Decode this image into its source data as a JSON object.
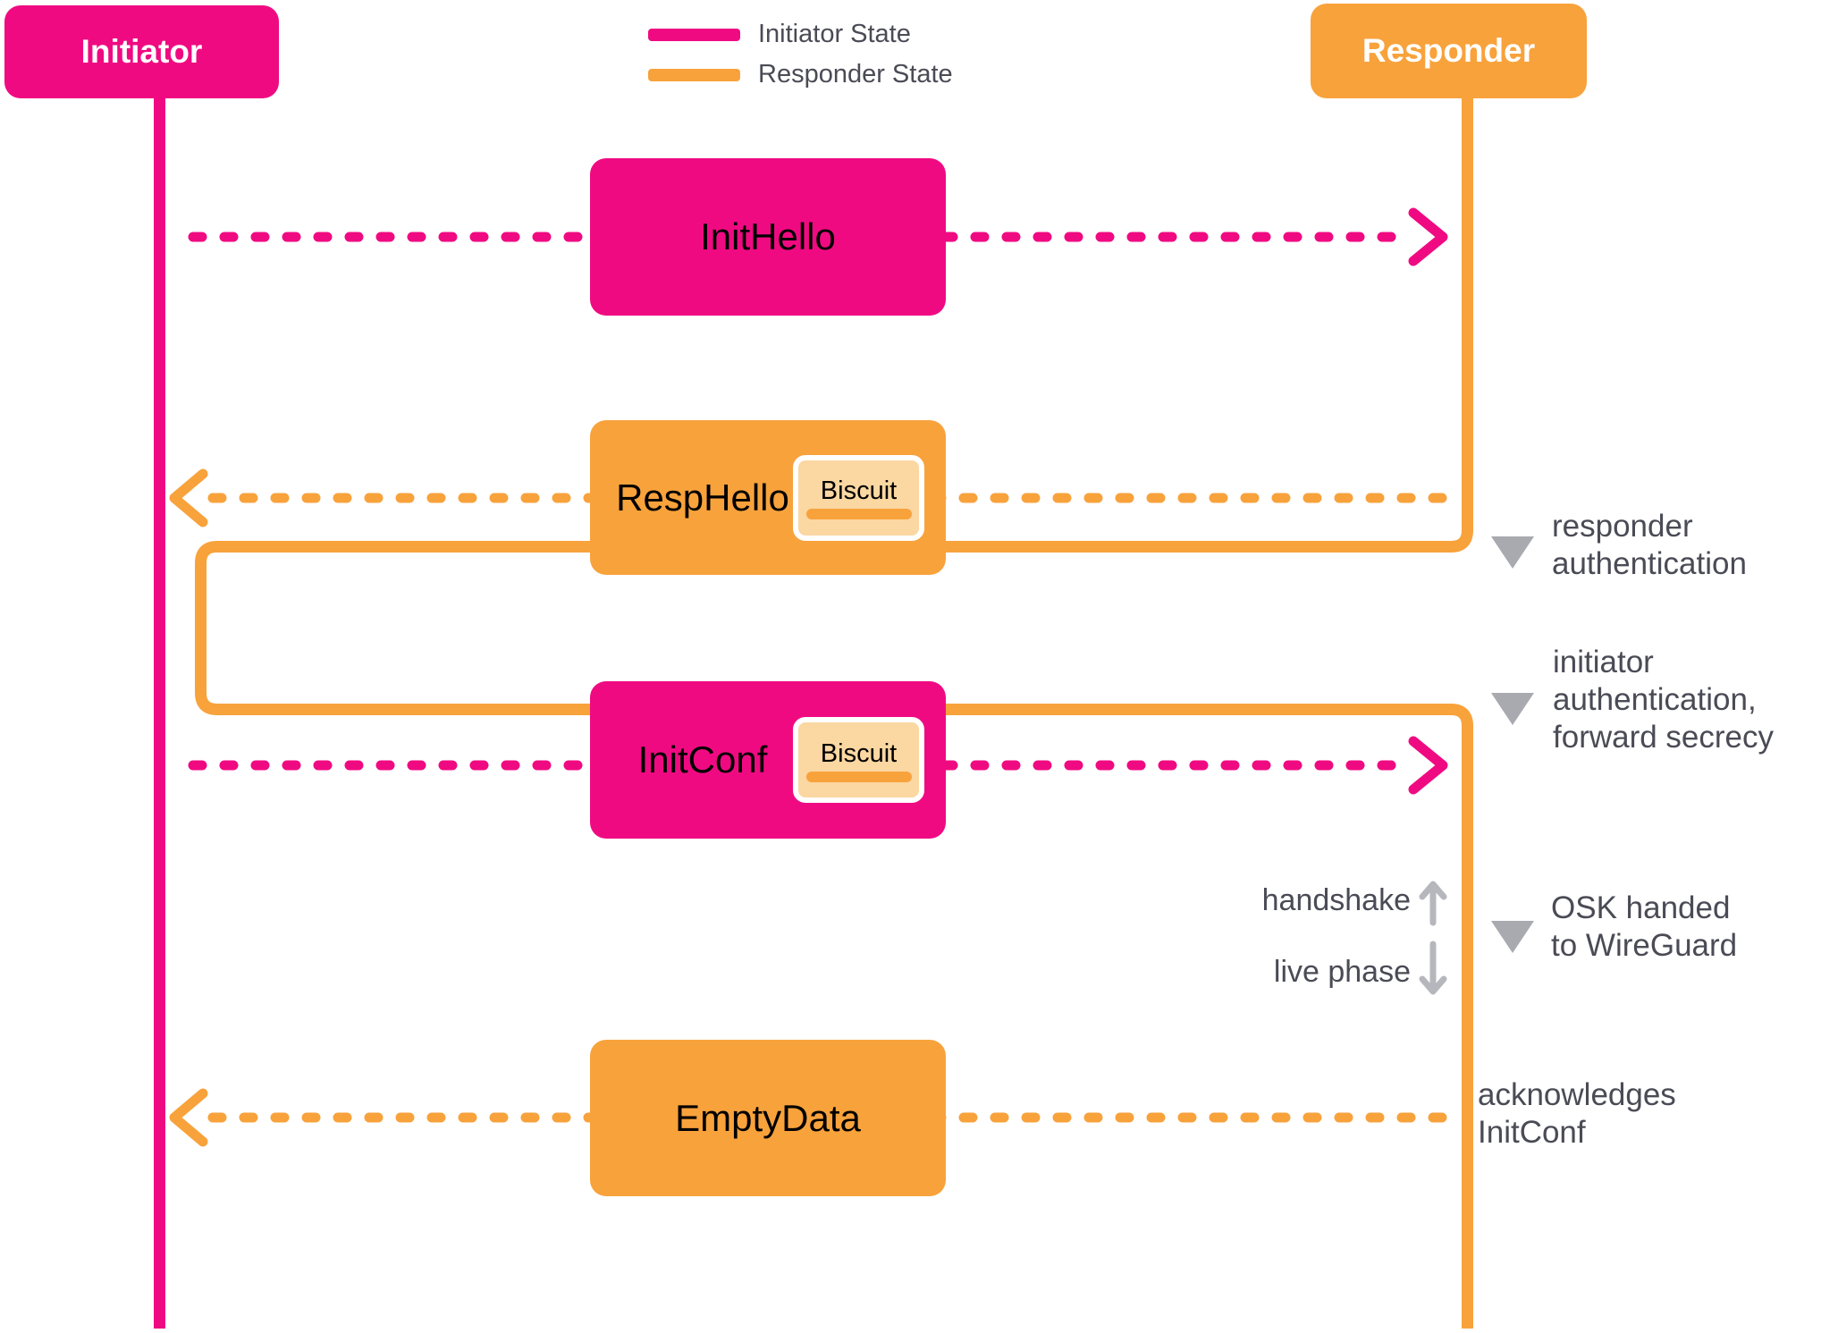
{
  "colors": {
    "initiator_pink": "#F00A82",
    "responder_orange": "#F8A23C",
    "biscuit_fill": "#FBD7A2",
    "biscuit_border": "#FFFFFF",
    "message_label_text": "#000000",
    "annotation_text": "#4A4B55",
    "marker_gray": "#A9AAAF",
    "phase_arrow_gray": "#B6B7BC",
    "background": "#FFFFFF"
  },
  "actors": [
    {
      "id": "initiator",
      "label": "Initiator"
    },
    {
      "id": "responder",
      "label": "Responder"
    }
  ],
  "legend": {
    "items": [
      {
        "label": "Initiator State"
      },
      {
        "label": "Responder State"
      }
    ]
  },
  "messages": [
    {
      "label": "InitHello",
      "from": "initiator",
      "to": "responder",
      "has_biscuit": false
    },
    {
      "label": "RespHello",
      "from": "responder",
      "to": "initiator",
      "has_biscuit": true,
      "biscuit_label": "Biscuit"
    },
    {
      "label": "InitConf",
      "from": "initiator",
      "to": "responder",
      "has_biscuit": true,
      "biscuit_label": "Biscuit"
    },
    {
      "label": "EmptyData",
      "from": "responder",
      "to": "initiator",
      "has_biscuit": false
    }
  ],
  "annotations": [
    {
      "lines": [
        "responder",
        "authentication"
      ]
    },
    {
      "lines": [
        "initiator",
        "authentication,",
        "forward secrecy"
      ]
    },
    {
      "lines": [
        "OSK handed",
        "to WireGuard"
      ]
    },
    {
      "lines": [
        "acknowledges",
        "InitConf"
      ]
    }
  ],
  "phases": {
    "handshake": "handshake",
    "live": "live phase"
  }
}
